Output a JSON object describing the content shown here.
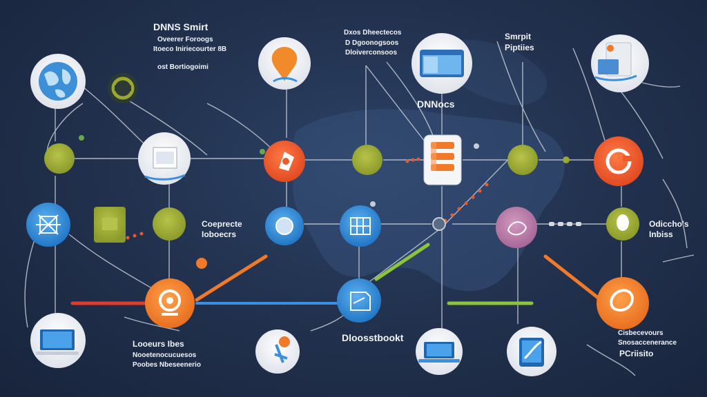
{
  "labels": {
    "top_left_title": "DNNS Smirt",
    "top_left_line1": "Oveerer Foroogs",
    "top_left_line2": "Itoeco Iniriecourter 8B",
    "top_left_line3": "ost Bortiogoimi",
    "top_center_line1": "Dxos Dheectecos",
    "top_center_line2": "D Dgoonogsoos",
    "top_center_line3": "Dloiverconsoos",
    "top_right_line1": "Smrpit",
    "top_right_line2": "Piptiies",
    "center_title": "DNNocs",
    "mid_left_line1": "Coeprecte",
    "mid_left_line2": "Ioboecrs",
    "mid_right_line1": "Odiccho's",
    "mid_right_line2": "Inbiss",
    "bottom_left_line1": "Looeurs Ibes",
    "bottom_left_line2": "Nooetenocucuesos",
    "bottom_left_line3": "Poobes Nbeseenerio",
    "bottom_center_title": "Dloosstbookt",
    "bottom_right_line1": "Cisbecevours",
    "bottom_right_line2": "Snosaccenerance",
    "bottom_right_line3": "PCriisito"
  },
  "colors": {
    "background": "#1c2a44",
    "line": "#c7ccd6",
    "orange": "#f07a2a",
    "red_orange": "#ec5a2c",
    "olive": "#9aa832",
    "blue": "#2e8fd8",
    "pink": "#b978a8",
    "white": "#f5f6f8",
    "bar_red": "#e33a2c",
    "bar_blue": "#3a8fe0",
    "bar_green": "#8cc43c"
  },
  "nodes": [
    {
      "name": "globe-icon",
      "kind": "white"
    },
    {
      "name": "olive-ring-icon",
      "kind": "olive"
    },
    {
      "name": "map-pin-icon",
      "kind": "white"
    },
    {
      "name": "browser-window-icon",
      "kind": "white"
    },
    {
      "name": "server-box-icon",
      "kind": "white"
    },
    {
      "name": "olive-node-icon",
      "kind": "olive"
    },
    {
      "name": "window-card-icon",
      "kind": "white"
    },
    {
      "name": "orange-shield-icon",
      "kind": "red_orange"
    },
    {
      "name": "olive-center-node",
      "kind": "olive"
    },
    {
      "name": "phone-apps-icon",
      "kind": "white"
    },
    {
      "name": "olive-right-node",
      "kind": "olive"
    },
    {
      "name": "orange-ring-icon",
      "kind": "red_orange"
    },
    {
      "name": "network-hub-icon",
      "kind": "blue"
    },
    {
      "name": "olive-square-icon",
      "kind": "olive"
    },
    {
      "name": "olive-mid-node",
      "kind": "olive"
    },
    {
      "name": "blue-lens-icon",
      "kind": "blue"
    },
    {
      "name": "blue-grid-icon",
      "kind": "blue"
    },
    {
      "name": "pink-node-icon",
      "kind": "pink"
    },
    {
      "name": "olive-egg-icon",
      "kind": "olive"
    },
    {
      "name": "orange-camera-icon",
      "kind": "orange"
    },
    {
      "name": "blue-document-icon",
      "kind": "blue"
    },
    {
      "name": "orange-leaf-icon",
      "kind": "orange"
    },
    {
      "name": "monitor-icon",
      "kind": "white"
    },
    {
      "name": "flag-pin-icon",
      "kind": "white"
    },
    {
      "name": "laptop-icon",
      "kind": "white"
    },
    {
      "name": "tablet-icon",
      "kind": "white"
    }
  ]
}
